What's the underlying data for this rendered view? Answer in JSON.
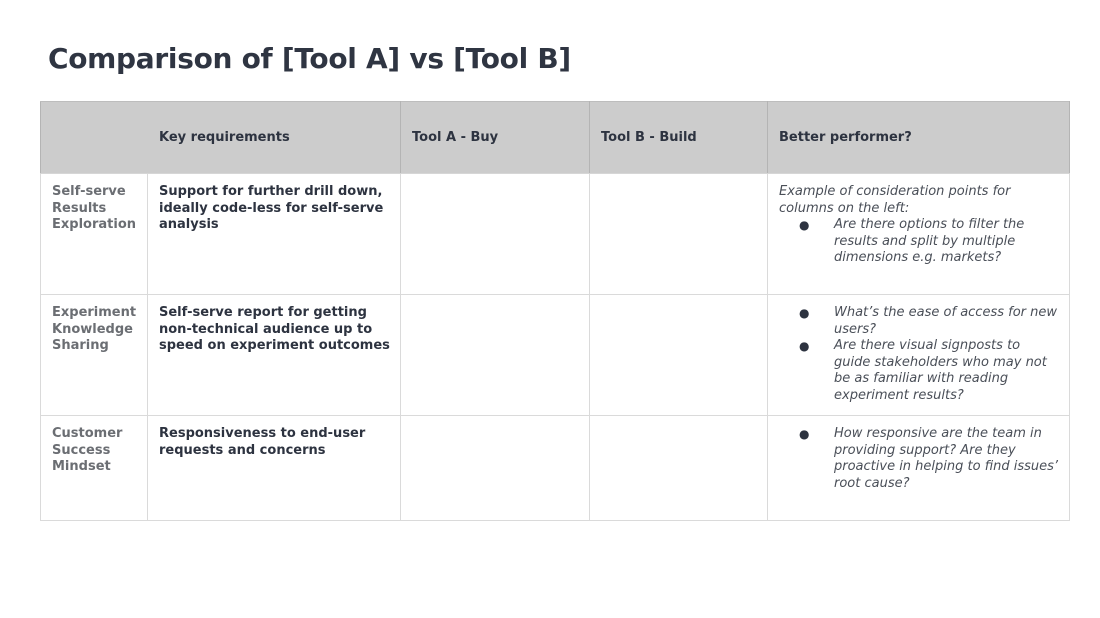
{
  "page": {
    "title": "Comparison of [Tool A] vs [Tool B]"
  },
  "table": {
    "headers": [
      "Key requirements",
      "Tool A - Buy",
      "Tool B - Build",
      "Better performer?"
    ],
    "rows": [
      {
        "category": "Self-serve Results Exploration",
        "requirement": "Support for further drill down, ideally code-less for self-serve analysis",
        "tool_a": "",
        "tool_b": "",
        "notes_intro": "Example of consideration points for columns on the left:",
        "notes_bullets": [
          "Are there options to filter the results and split by multiple dimensions e.g. markets?"
        ]
      },
      {
        "category": "Experiment Knowledge Sharing",
        "requirement": "Self-serve report for getting non-technical audience up to speed on experiment outcomes",
        "tool_a": "",
        "tool_b": "",
        "notes_intro": "",
        "notes_bullets": [
          "What’s the ease of access for new users?",
          "Are there visual signposts to guide stakeholders who may not be as familiar with reading experiment results?"
        ]
      },
      {
        "category": "Customer Success Mindset",
        "requirement": "Responsiveness to end-user requests and concerns",
        "tool_a": "",
        "tool_b": "",
        "notes_intro": "",
        "notes_bullets": [
          "How responsive are the team in providing support? Are they proactive in helping to find issues’ root cause?"
        ]
      }
    ],
    "bullet_glyph": "●"
  },
  "colors": {
    "title": "#2f3542",
    "header_bg": "#cccccc",
    "category_text": "#6b6e73",
    "body_text": "#2d3340",
    "border": "#dadada"
  }
}
